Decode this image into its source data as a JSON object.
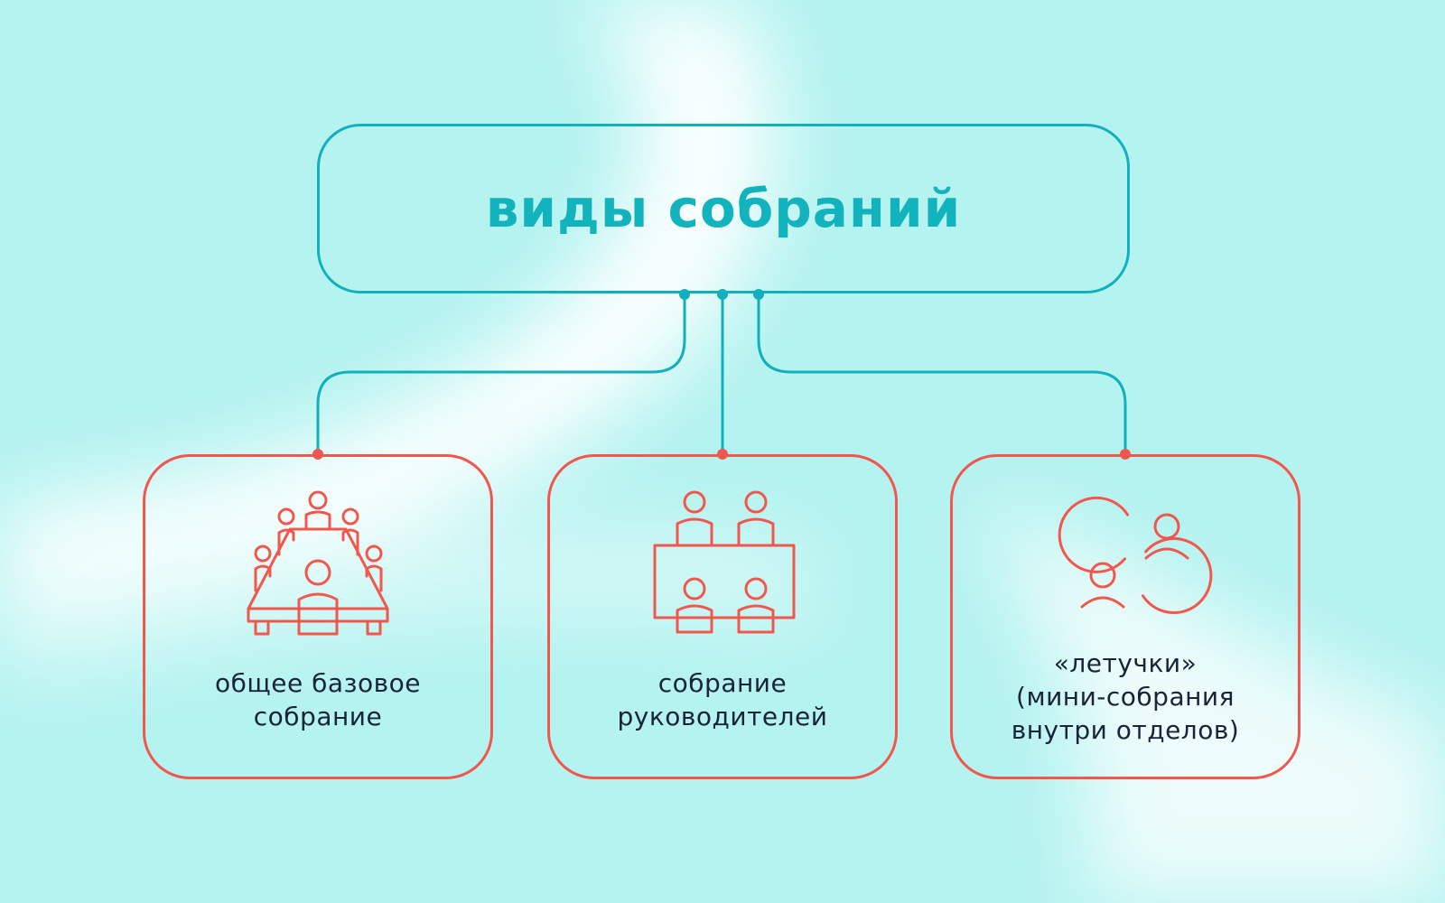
{
  "title": "виды собраний",
  "colors": {
    "title_accent": "#13b3bd",
    "card_accent": "#f2574d",
    "text": "#1a2438",
    "background": "#b4f3f0"
  },
  "items": [
    {
      "icon": "conference-table-icon",
      "label_lines": [
        "общее базовое",
        "собрание"
      ]
    },
    {
      "icon": "managers-meeting-icon",
      "label_lines": [
        "собрание",
        "руководителей"
      ]
    },
    {
      "icon": "user-exchange-icon",
      "label_lines": [
        "«летучки»",
        "(мини-собрания",
        "внутри отделов)"
      ]
    }
  ]
}
